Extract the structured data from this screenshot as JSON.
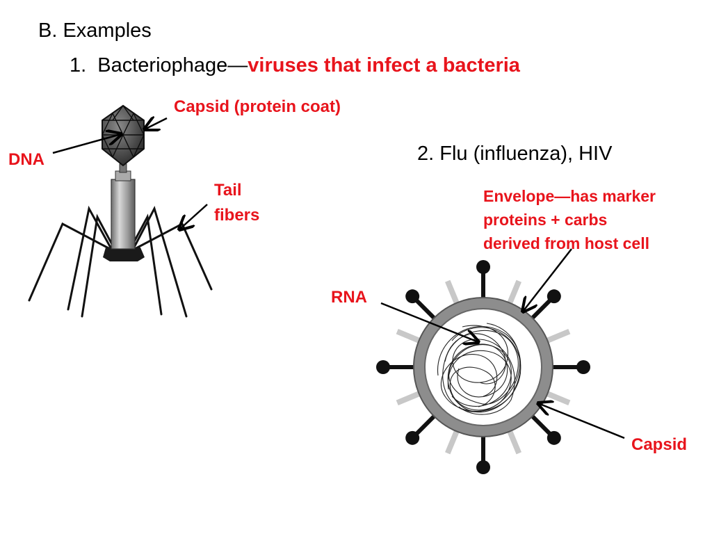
{
  "heading": "B. Examples",
  "item1": {
    "number": "1.",
    "term": "Bacteriophage—",
    "definition": "viruses that infect a bacteria"
  },
  "item2": {
    "text": "2. Flu (influenza), HIV"
  },
  "bacteriophage_labels": {
    "capsid": "Capsid (protein coat)",
    "dna": "DNA",
    "tail_line1": "Tail",
    "tail_line2": "fibers"
  },
  "flu_labels": {
    "envelope_line1": "Envelope—has marker",
    "envelope_line2": "proteins + carbs",
    "envelope_line3": "derived from host cell",
    "rna": "RNA",
    "capsid": "Capsid"
  },
  "colors": {
    "label_red": "#e8141c",
    "text_black": "#000000"
  }
}
